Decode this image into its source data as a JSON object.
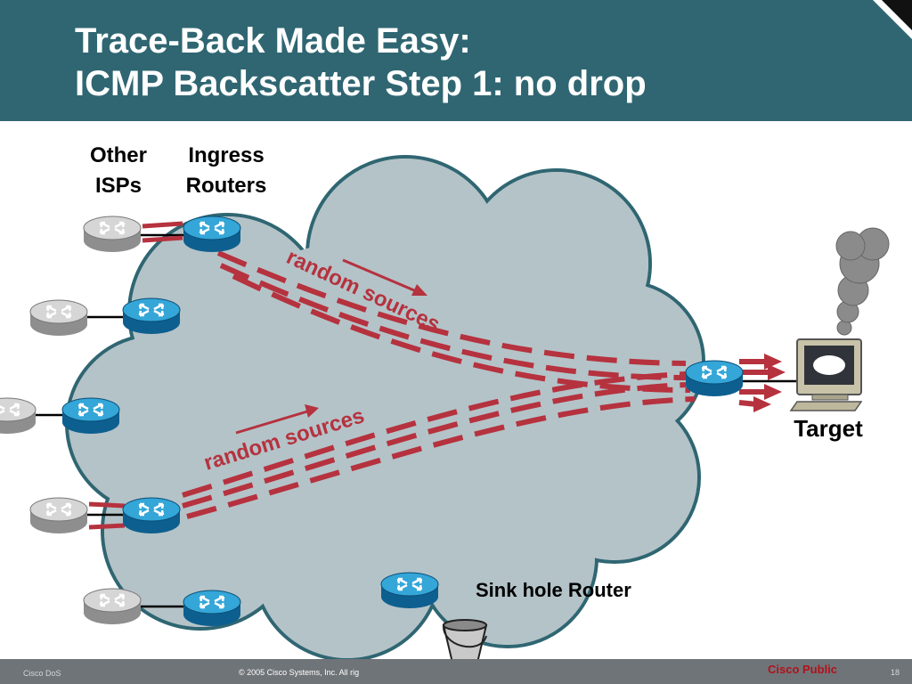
{
  "slide": {
    "title_line1": "Trace-Back Made Easy:",
    "title_line2": "ICMP Backscatter Step 1: no drop"
  },
  "diagram": {
    "labels": {
      "other_isps_line1": "Other",
      "other_isps_line2": "ISPs",
      "ingress_line1": "Ingress",
      "ingress_line2": "Routers",
      "random_sources_top": "random sources",
      "random_sources_bottom": "random sources",
      "target": "Target",
      "sink_hole": "Sink hole Router"
    },
    "icons": [
      "router-icon",
      "isp-router-icon",
      "cloud-icon",
      "computer-icon",
      "smoke-icon",
      "bucket-icon"
    ],
    "colors": {
      "header": "#2f6672",
      "cloud_fill": "#b4c3c8",
      "traffic": "#b5323e",
      "router_blue": "#1d8fc6",
      "footer": "#6f7478"
    }
  },
  "footer": {
    "left": "Cisco DoS",
    "copyright": "© 2005 Cisco Systems, Inc. All rig",
    "classification": "Cisco Public",
    "page": "18"
  }
}
